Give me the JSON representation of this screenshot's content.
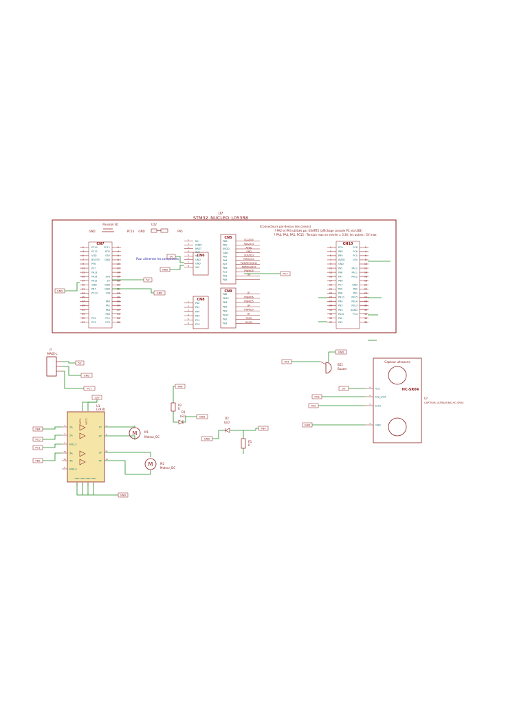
{
  "frame": {
    "ref": "U7",
    "title": "STM32_NUCLEO_L053R8",
    "notes": [
      "(Connecteurs par-dessus des cosses)",
      "? PA2 et PA3 utilisés par USART2 (affichage console PC via USB)",
      "? PA0, PA4, PA5, PC15 : Tension max en entrée = 3.3V, les autres : 5V max"
    ],
    "button_label": "Poussoir B1",
    "button_net": "GND",
    "button_pin": "PC13",
    "ld_label": "LD2",
    "ld_gnd": "GND",
    "ld_pin": "PA5"
  },
  "connectors": {
    "cn7": {
      "label": "CN7",
      "rows": [
        [
          "1",
          "PC10",
          "PC11",
          "2"
        ],
        [
          "3",
          "PC12",
          "PD2",
          "4"
        ],
        [
          "5",
          "VDD",
          "E5V",
          "6"
        ],
        [
          "7",
          "BOOT0",
          "GND",
          "8"
        ],
        [
          "9",
          "PF6",
          "",
          "10"
        ],
        [
          "11",
          "PF7",
          "",
          "12"
        ],
        [
          "13",
          "PA13",
          "",
          "14"
        ],
        [
          "15",
          "PA14",
          "3V3",
          "16"
        ],
        [
          "17",
          "PA15",
          "5V",
          "18"
        ],
        [
          "19",
          "GND",
          "GND",
          "20"
        ],
        [
          "21",
          "PB7",
          "GND",
          "22"
        ],
        [
          "23",
          "PC13",
          "VIN",
          "24"
        ],
        [
          "25",
          "",
          "",
          "26"
        ],
        [
          "27",
          "",
          "PA0",
          "28"
        ],
        [
          "29",
          "",
          "PA1",
          "30"
        ],
        [
          "31",
          "",
          "PA4",
          "32"
        ],
        [
          "33",
          "",
          "PB0",
          "34"
        ],
        [
          "35",
          "PC2",
          "PC1",
          "36"
        ],
        [
          "37",
          "PC3",
          "PC0",
          "38"
        ]
      ]
    },
    "cn6": {
      "label": "CN6",
      "pins": [
        "NC",
        "IOREF",
        "NRST",
        "3V3",
        "5V",
        "GND",
        "GND",
        "VIN"
      ],
      "left_nets": [
        "5V",
        "GND"
      ]
    },
    "cn8": {
      "label": "CN8",
      "pins": [
        "PA0",
        "PA1",
        "PA4",
        "PB0",
        "PC1",
        "PC0"
      ]
    },
    "cn5": {
      "label": "CN5",
      "pins": [
        "PB8",
        "PB9",
        "AVDD",
        "GND",
        "PA5",
        "PA6",
        "PA7",
        "PB6",
        "PC7",
        "PA9",
        "PA8"
      ],
      "funcs": [
        "SCL/D15",
        "SDA/D14",
        "AVDD",
        "GND",
        "SCK/D13",
        "MISO/D12",
        "PWM/MOSI/D11",
        "PWM/CS/D10",
        "PWM/D9",
        "D8",
        ""
      ]
    },
    "cn9": {
      "label": "CN9",
      "pins": [
        "PA8",
        "PB10",
        "PB4",
        "PB5",
        "PB3",
        "PA10",
        "PA2",
        "PA3"
      ],
      "funcs": [
        "D7",
        "PWM/D6",
        "PWM/D5",
        "D4",
        "PWM/D3",
        "D2",
        "TX/D1",
        "RX/D0"
      ]
    },
    "cn10": {
      "label": "CN10",
      "rows": [
        [
          "1",
          "PC9",
          "PC8",
          "2"
        ],
        [
          "3",
          "PB8",
          "PC6",
          "4"
        ],
        [
          "5",
          "PB9",
          "PC5",
          "6"
        ],
        [
          "7",
          "AVDD",
          "U5V",
          "8"
        ],
        [
          "9",
          "GND",
          "",
          "10"
        ],
        [
          "11",
          "PA5",
          "PA12",
          "12"
        ],
        [
          "13",
          "PA6",
          "PA11",
          "14"
        ],
        [
          "15",
          "PA7",
          "PB12",
          "16"
        ],
        [
          "17",
          "PB6",
          "",
          "18"
        ],
        [
          "19",
          "PC7",
          "GND",
          "20"
        ],
        [
          "21",
          "PA9",
          "PB2",
          "22"
        ],
        [
          "23",
          "PA8",
          "PB1",
          "24"
        ],
        [
          "25",
          "PB10",
          "PB15",
          "26"
        ],
        [
          "27",
          "PB4",
          "PB14",
          "28"
        ],
        [
          "29",
          "PB5",
          "PB13",
          "30"
        ],
        [
          "31",
          "PB3",
          "AGND",
          "32"
        ],
        [
          "33",
          "PA10",
          "PC4",
          "34"
        ],
        [
          "35",
          "PA2",
          "",
          "36"
        ],
        [
          "37",
          "PA3",
          "",
          "38"
        ]
      ]
    },
    "side_labels": {
      "gnd2": "GND",
      "v5": "5V",
      "gnd_right": "GND",
      "pc7": "PC7",
      "alim_note": "Pour alimenter les composants"
    }
  },
  "j_header": {
    "ref": "J?",
    "name": "MAKE-L",
    "net_5v": "5V",
    "net_gnd": "GND",
    "net_pc7": "PC7"
  },
  "driver": {
    "vcc": "12V",
    "ref": "U1",
    "name": "L293D",
    "pins_left": [
      "1A",
      "2A",
      "EN1,2",
      "3A",
      "4A",
      "EN3,4"
    ],
    "pins_left_num": [
      "2",
      "7",
      "1",
      "10",
      "15",
      "9"
    ],
    "pins_right": [
      "1Y",
      "2Y",
      "3Y",
      "4Y"
    ],
    "pins_right_num": [
      "3",
      "6",
      "11",
      "14"
    ],
    "vcc_pins": [
      "VCC1",
      "VCC2"
    ],
    "gnd_pins": [
      "GND",
      "GND",
      "GND",
      "GND"
    ],
    "inputs": [
      "PB4",
      "PC0",
      "PC1",
      "PB5"
    ],
    "gnd_out": "GND",
    "m1_ref": "M1",
    "m1_name": "Moteur_DC",
    "m2_ref": "M2",
    "m2_name": "Moteur_DC"
  },
  "led": {
    "pa6": "PA6",
    "r2_ref": "R2",
    "r2_val": "R",
    "d1_ref": "D1",
    "d1_name": "LED",
    "gnd": "GND"
  },
  "led2": {
    "d2_ref": "D2",
    "d2_name": "LED",
    "gnd": "GND",
    "pb4": "PB4",
    "r1_ref": "R1",
    "r1_val": "R"
  },
  "buzzer": {
    "gnd": "GND",
    "pa3": "PA3",
    "ref": "BZ1",
    "name": "Buzzer"
  },
  "ultrasonic": {
    "title": "Capteur ultrasons",
    "model": "HC-SR04",
    "pins": [
      "VCC",
      "trig_emit",
      "Echo",
      "GND"
    ],
    "pin_nums": [
      "1",
      "2",
      "3",
      "4"
    ],
    "nets": [
      "5V",
      "PC6",
      "PA2",
      "GND"
    ],
    "ref": "U?",
    "lib": "CAPTEUR_ULTRASONS_HC-SR04"
  }
}
